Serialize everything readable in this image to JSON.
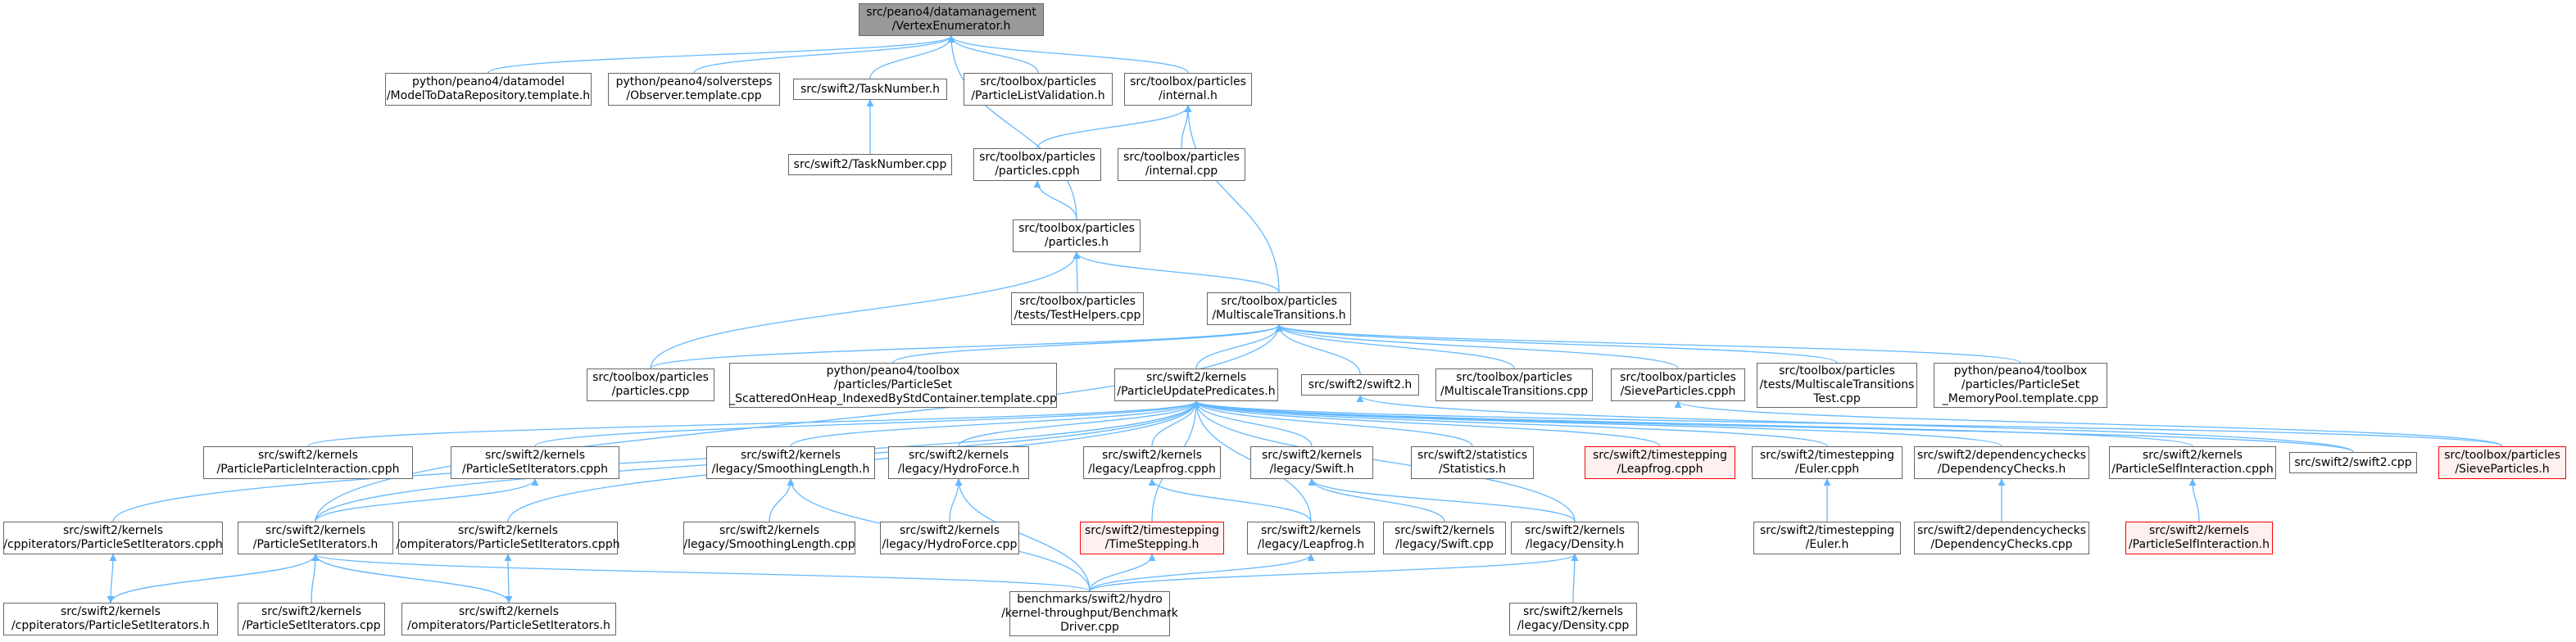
{
  "colors": {
    "edge": "#63b8ff",
    "node_border": "#666666",
    "root_fill": "#999999",
    "red_border": "#ff0000"
  },
  "nodes": {
    "vertex_enumerator": "src/peano4/datamanagement\n/VertexEnumerator.h",
    "model_to_data_repository": "python/peano4/datamodel\n/ModelToDataRepository.template.h",
    "observer_template": "python/peano4/solversteps\n/Observer.template.cpp",
    "task_number_h": "src/swift2/TaskNumber.h",
    "particle_list_validation": "src/toolbox/particles\n/ParticleListValidation.h",
    "internal_h": "src/toolbox/particles\n/internal.h",
    "task_number_cpp": "src/swift2/TaskNumber.cpp",
    "particles_cpph": "src/toolbox/particles\n/particles.cpph",
    "internal_cpp": "src/toolbox/particles\n/internal.cpp",
    "particles_h": "src/toolbox/particles\n/particles.h",
    "test_helpers": "src/toolbox/particles\n/tests/TestHelpers.cpp",
    "multiscale_transitions_h": "src/toolbox/particles\n/MultiscaleTransitions.h",
    "particles_cpp": "src/toolbox/particles\n/particles.cpp",
    "scattered_on_heap": "python/peano4/toolbox\n/particles/ParticleSet\n_ScatteredOnHeap_IndexedByStdContainer.template.cpp",
    "particle_update_predicates": "src/swift2/kernels\n/ParticleUpdatePredicates.h",
    "swift2_h": "src/swift2/swift2.h",
    "multiscale_transitions_cpp": "src/toolbox/particles\n/MultiscaleTransitions.cpp",
    "sieve_particles_cpph": "src/toolbox/particles\n/SieveParticles.cpph",
    "multiscale_transitions_test": "src/toolbox/particles\n/tests/MultiscaleTransitions\nTest.cpp",
    "memory_pool_template": "python/peano4/toolbox\n/particles/ParticleSet\n_MemoryPool.template.cpp",
    "particle_particle_interaction": "src/swift2/kernels\n/ParticleParticleInteraction.cpph",
    "particle_set_iterators_cpph": "src/swift2/kernels\n/ParticleSetIterators.cpph",
    "smoothing_length_h": "src/swift2/kernels\n/legacy/SmoothingLength.h",
    "hydro_force_h": "src/swift2/kernels\n/legacy/HydroForce.h",
    "leapfrog_cpph_kernels": "src/swift2/kernels\n/legacy/Leapfrog.cpph",
    "swift_h": "src/swift2/kernels\n/legacy/Swift.h",
    "statistics_h": "src/swift2/statistics\n/Statistics.h",
    "leapfrog_cpph_timestepping": "src/swift2/timestepping\n/Leapfrog.cpph",
    "euler_cpph": "src/swift2/timestepping\n/Euler.cpph",
    "dependency_checks_h": "src/swift2/dependencychecks\n/DependencyChecks.h",
    "particle_self_interaction_cpph": "src/swift2/kernels\n/ParticleSelfInteraction.cpph",
    "swift2_cpp": "src/swift2/swift2.cpp",
    "sieve_particles_h": "src/toolbox/particles\n/SieveParticles.h",
    "cpp_iterators_cpph": "src/swift2/kernels\n/cppiterators/ParticleSetIterators.cpph",
    "particle_set_iterators_h": "src/swift2/kernels\n/ParticleSetIterators.h",
    "omp_iterators_cpph": "src/swift2/kernels\n/ompiterators/ParticleSetIterators.cpph",
    "smoothing_length_cpp": "src/swift2/kernels\n/legacy/SmoothingLength.cpp",
    "hydro_force_cpp": "src/swift2/kernels\n/legacy/HydroForce.cpp",
    "time_stepping_h": "src/swift2/timestepping\n/TimeStepping.h",
    "leapfrog_h": "src/swift2/kernels\n/legacy/Leapfrog.h",
    "swift_cpp": "src/swift2/kernels\n/legacy/Swift.cpp",
    "density_h": "src/swift2/kernels\n/legacy/Density.h",
    "euler_h": "src/swift2/timestepping\n/Euler.h",
    "dependency_checks_cpp": "src/swift2/dependencychecks\n/DependencyChecks.cpp",
    "particle_self_interaction_h": "src/swift2/kernels\n/ParticleSelfInteraction.h",
    "cpp_iterators_h": "src/swift2/kernels\n/cppiterators/ParticleSetIterators.h",
    "particle_set_iterators_cpp": "src/swift2/kernels\n/ParticleSetIterators.cpp",
    "omp_iterators_h": "src/swift2/kernels\n/ompiterators/ParticleSetIterators.h",
    "benchmark_driver": "benchmarks/swift2/hydro\n/kernel-throughput/Benchmark\nDriver.cpp",
    "density_cpp": "src/swift2/kernels\n/legacy/Density.cpp"
  },
  "edges": [
    [
      "model_to_data_repository",
      "vertex_enumerator"
    ],
    [
      "observer_template",
      "vertex_enumerator"
    ],
    [
      "task_number_h",
      "vertex_enumerator"
    ],
    [
      "particle_list_validation",
      "vertex_enumerator"
    ],
    [
      "internal_h",
      "vertex_enumerator"
    ],
    [
      "particles_h",
      "vertex_enumerator"
    ],
    [
      "task_number_cpp",
      "task_number_h"
    ],
    [
      "particles_cpph",
      "internal_h"
    ],
    [
      "internal_cpp",
      "internal_h"
    ],
    [
      "multiscale_transitions_h",
      "internal_h"
    ],
    [
      "particles_h",
      "particles_cpph"
    ],
    [
      "test_helpers",
      "particles_h"
    ],
    [
      "multiscale_transitions_h",
      "particles_h"
    ],
    [
      "particles_cpp",
      "particles_h"
    ],
    [
      "particles_cpp",
      "multiscale_transitions_h"
    ],
    [
      "scattered_on_heap",
      "multiscale_transitions_h"
    ],
    [
      "particle_update_predicates",
      "multiscale_transitions_h"
    ],
    [
      "swift2_h",
      "multiscale_transitions_h"
    ],
    [
      "multiscale_transitions_cpp",
      "multiscale_transitions_h"
    ],
    [
      "sieve_particles_cpph",
      "multiscale_transitions_h"
    ],
    [
      "multiscale_transitions_test",
      "multiscale_transitions_h"
    ],
    [
      "memory_pool_template",
      "multiscale_transitions_h"
    ],
    [
      "particle_set_iterators_h",
      "multiscale_transitions_h"
    ],
    [
      "swift2_cpp",
      "swift2_h"
    ],
    [
      "sieve_particles_h",
      "sieve_particles_cpph"
    ],
    [
      "particle_particle_interaction",
      "particle_update_predicates"
    ],
    [
      "particle_set_iterators_cpph",
      "particle_update_predicates"
    ],
    [
      "smoothing_length_h",
      "particle_update_predicates"
    ],
    [
      "hydro_force_h",
      "particle_update_predicates"
    ],
    [
      "leapfrog_cpph_kernels",
      "particle_update_predicates"
    ],
    [
      "swift_h",
      "particle_update_predicates"
    ],
    [
      "statistics_h",
      "particle_update_predicates"
    ],
    [
      "leapfrog_cpph_timestepping",
      "particle_update_predicates"
    ],
    [
      "euler_cpph",
      "particle_update_predicates"
    ],
    [
      "dependency_checks_h",
      "particle_update_predicates"
    ],
    [
      "particle_self_interaction_cpph",
      "particle_update_predicates"
    ],
    [
      "swift2_cpp",
      "particle_update_predicates"
    ],
    [
      "sieve_particles_h",
      "particle_update_predicates"
    ],
    [
      "cpp_iterators_cpph",
      "particle_update_predicates"
    ],
    [
      "particle_set_iterators_h",
      "particle_update_predicates"
    ],
    [
      "omp_iterators_cpph",
      "particle_update_predicates"
    ],
    [
      "time_stepping_h",
      "particle_update_predicates"
    ],
    [
      "leapfrog_h",
      "particle_update_predicates"
    ],
    [
      "density_h",
      "particle_update_predicates"
    ],
    [
      "particle_set_iterators_h",
      "particle_set_iterators_cpph"
    ],
    [
      "smoothing_length_cpp",
      "smoothing_length_h"
    ],
    [
      "benchmark_driver",
      "smoothing_length_h"
    ],
    [
      "hydro_force_cpp",
      "hydro_force_h"
    ],
    [
      "benchmark_driver",
      "hydro_force_h"
    ],
    [
      "leapfrog_h",
      "leapfrog_cpph_kernels"
    ],
    [
      "swift_cpp",
      "swift_h"
    ],
    [
      "density_h",
      "swift_h"
    ],
    [
      "euler_h",
      "euler_cpph"
    ],
    [
      "dependency_checks_cpp",
      "dependency_checks_h"
    ],
    [
      "particle_self_interaction_h",
      "particle_self_interaction_cpph"
    ],
    [
      "cpp_iterators_h",
      "cpp_iterators_cpph"
    ],
    [
      "omp_iterators_h",
      "omp_iterators_cpph"
    ],
    [
      "cpp_iterators_h",
      "particle_set_iterators_h"
    ],
    [
      "particle_set_iterators_cpp",
      "particle_set_iterators_h"
    ],
    [
      "omp_iterators_h",
      "particle_set_iterators_h"
    ],
    [
      "benchmark_driver",
      "particle_set_iterators_h"
    ],
    [
      "particle_set_iterators_h",
      "cpp_iterators_h"
    ],
    [
      "particle_set_iterators_h",
      "omp_iterators_h"
    ],
    [
      "benchmark_driver",
      "time_stepping_h"
    ],
    [
      "benchmark_driver",
      "leapfrog_h"
    ],
    [
      "benchmark_driver",
      "density_h"
    ],
    [
      "density_cpp",
      "density_h"
    ]
  ]
}
